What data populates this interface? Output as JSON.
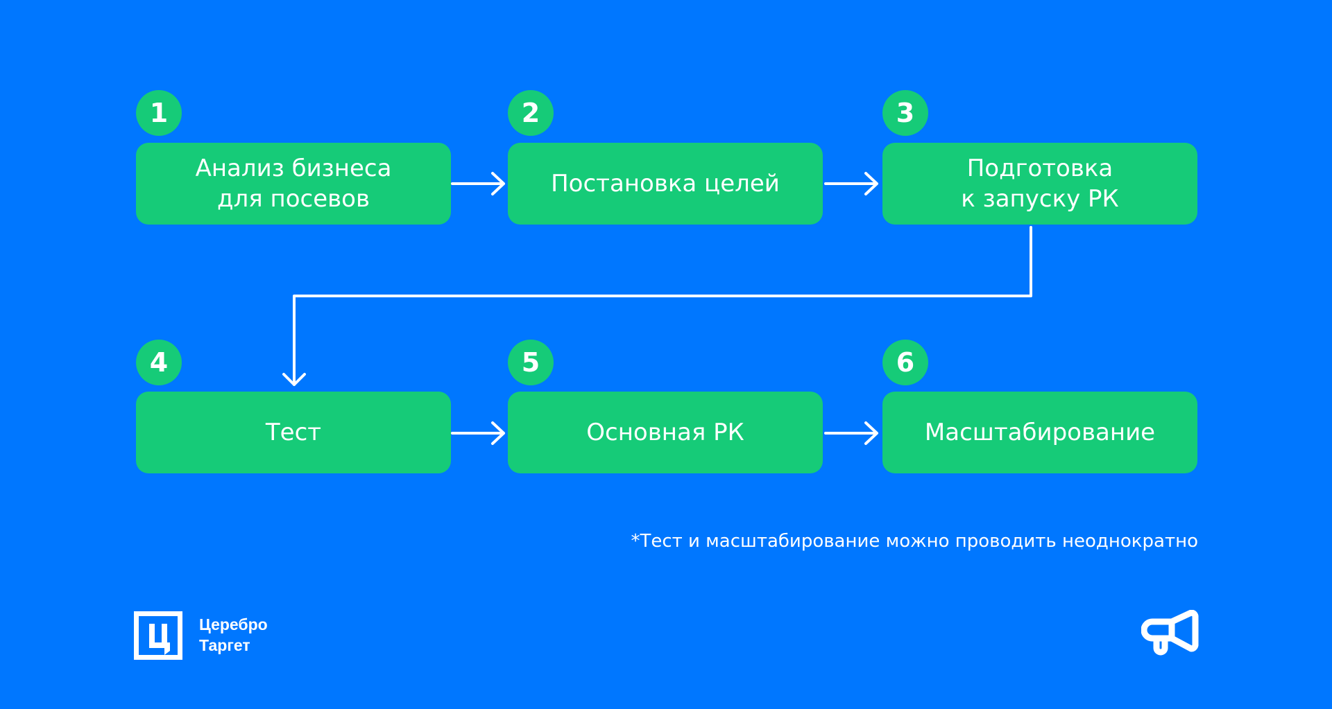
{
  "steps": [
    {
      "num": "1",
      "label": "Анализ бизнеса\nдля посевов"
    },
    {
      "num": "2",
      "label": "Постановка целей"
    },
    {
      "num": "3",
      "label": "Подготовка\nк запуску РК"
    },
    {
      "num": "4",
      "label": "Тест"
    },
    {
      "num": "5",
      "label": "Основная РК"
    },
    {
      "num": "6",
      "label": "Масштабирование"
    }
  ],
  "note": "*Тест и масштабирование можно проводить неоднократно",
  "brand": {
    "name": "Церебро\nТаргет",
    "logo_letter": "Ц"
  },
  "colors": {
    "background": "#0077ff",
    "accent": "#16cb78"
  }
}
